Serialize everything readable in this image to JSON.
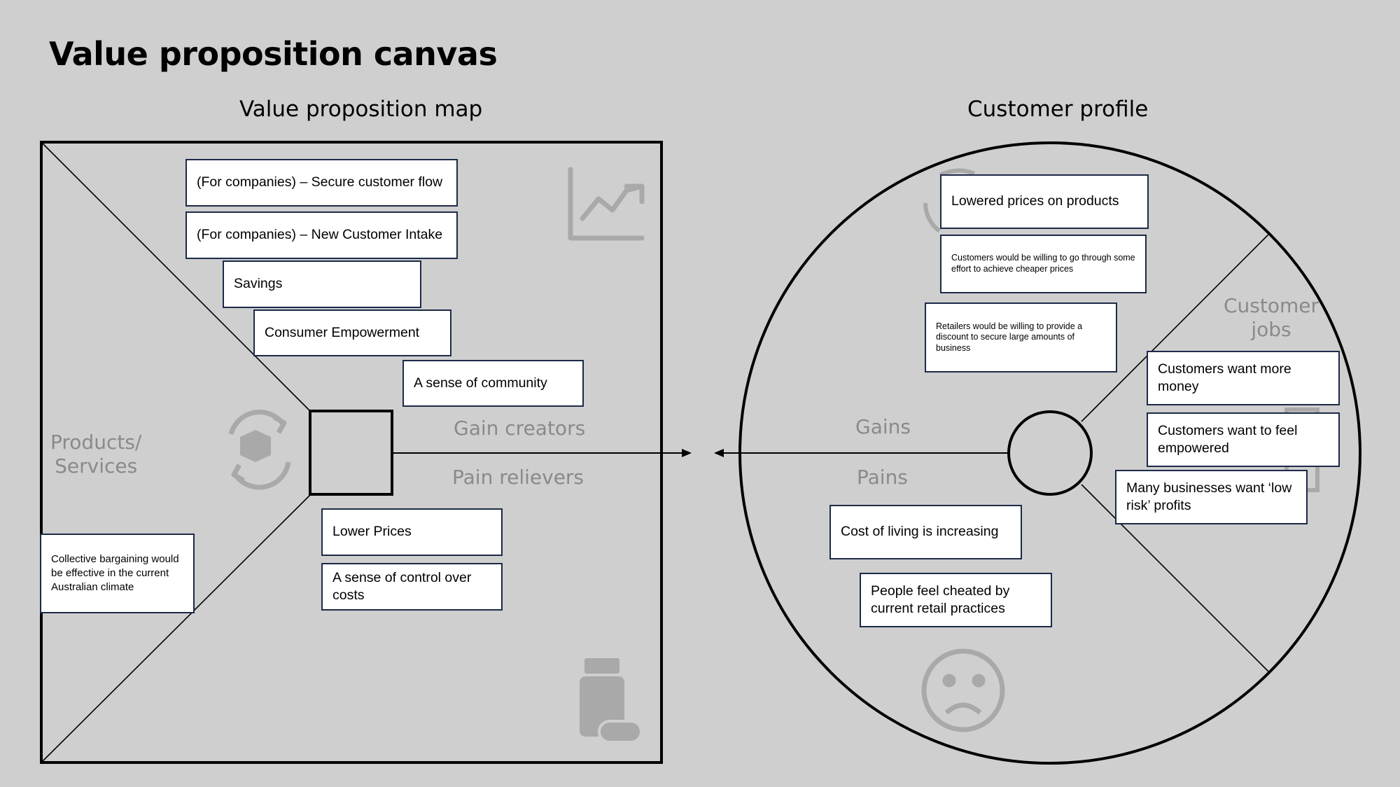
{
  "title": "Value proposition canvas",
  "value_map": {
    "heading": "Value proposition map",
    "products_label": "Products/\nServices",
    "gain_creators_label": "Gain creators",
    "pain_relievers_label": "Pain relievers",
    "gain_creators": [
      "(For companies) – Secure customer flow",
      "(For companies) – New Customer Intake",
      "Savings",
      "Consumer Empowerment",
      "A sense of community"
    ],
    "pain_relievers": [
      "Lower Prices",
      "A sense of control over costs"
    ],
    "products": [
      "Collective bargaining would be effective in the current Australian climate"
    ]
  },
  "customer_profile": {
    "heading": "Customer profile",
    "jobs_label": "Customer\njobs",
    "gains_label": "Gains",
    "pains_label": "Pains",
    "gains": [
      "Lowered prices on products",
      "Customers would be willing to go through some effort to achieve cheaper prices",
      "Retailers would be willing to provide a discount to secure large amounts of business"
    ],
    "jobs": [
      "Customers want more money",
      "Customers want to feel empowered",
      "Many businesses want ‘low risk’ profits"
    ],
    "pains": [
      "Cost of living is increasing",
      "People feel cheated by current retail practices"
    ]
  },
  "icons": [
    "chart-up-icon",
    "recycle-box-icon",
    "pill-bottle-icon",
    "smile-icon",
    "sad-face-icon",
    "clipboard-icon"
  ],
  "colors": {
    "background": "#cfcfcf",
    "card_border": "#1c2a48",
    "watermark": "#a9a9a9",
    "label_grey": "#8a8a8a"
  }
}
